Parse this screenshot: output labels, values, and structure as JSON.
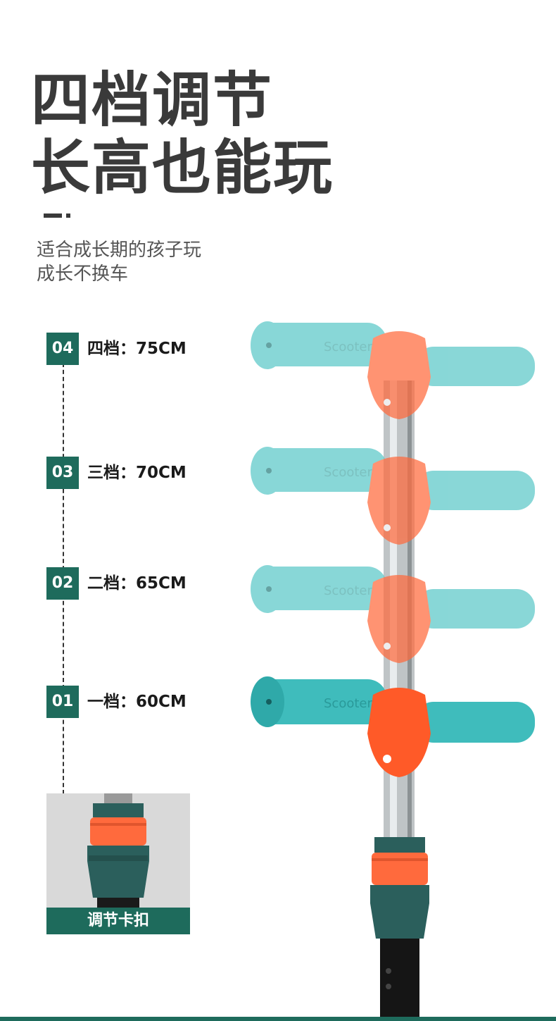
{
  "headline": {
    "line1": "四档调节",
    "line2": "长高也能玩"
  },
  "subtitle": {
    "line1": "适合成长期的孩子玩",
    "line2": "成长不换车"
  },
  "levels": [
    {
      "num": "04",
      "label": "四档：75CM"
    },
    {
      "num": "03",
      "label": "三档：70CM"
    },
    {
      "num": "02",
      "label": "二档：65CM"
    },
    {
      "num": "01",
      "label": "一档：60CM"
    }
  ],
  "detail": {
    "caption": "调节卡扣"
  },
  "grip_text": "Scooter",
  "colors": {
    "accent_green": "#1e6b5c",
    "headline_text": "#3a3a3a",
    "grip_teal": "#5bc8c8",
    "grip_teal_faded": "#8fdcdc",
    "hub_orange": "#ff6a3d",
    "hub_orange_faded": "#f7a898",
    "clamp_teal": "#2b5f5c"
  }
}
